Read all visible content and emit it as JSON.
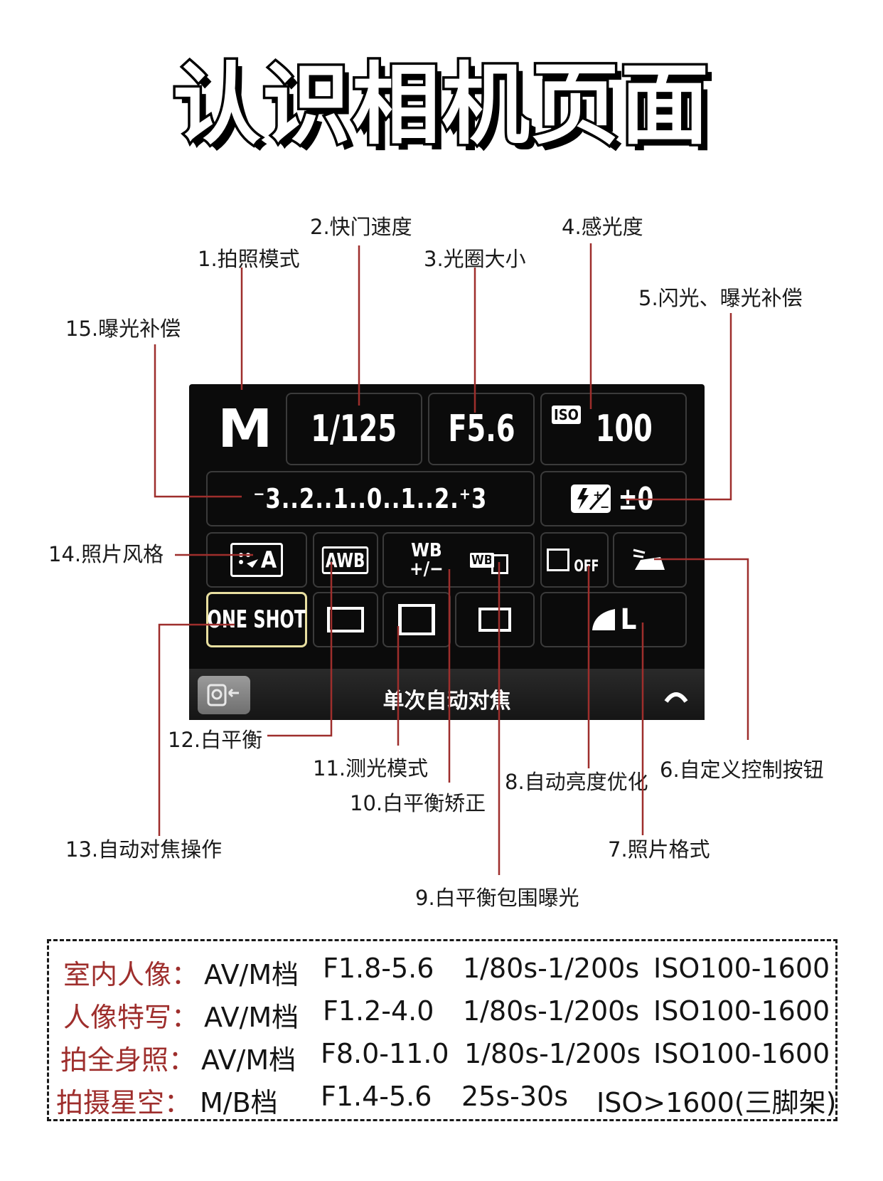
{
  "title": "认识相机页面",
  "callouts": [
    {
      "label": "1.拍照模式"
    },
    {
      "label": "2.快门速度"
    },
    {
      "label": "3.光圈大小"
    },
    {
      "label": "4.感光度"
    },
    {
      "label": "5.闪光、曝光补偿"
    },
    {
      "label": "6.自定义控制按钮"
    },
    {
      "label": "7.照片格式"
    },
    {
      "label": "8.自动亮度优化"
    },
    {
      "label": "9.白平衡包围曝光"
    },
    {
      "label": "10.白平衡矫正"
    },
    {
      "label": "11.测光模式"
    },
    {
      "label": "12.白平衡"
    },
    {
      "label": "13.自动对焦操作"
    },
    {
      "label": "14.照片风格"
    },
    {
      "label": "15.曝光补偿"
    }
  ],
  "camera_screen": {
    "mode": "M",
    "shutter": "1/125",
    "aperture": "F5.6",
    "iso_badge": "ISO",
    "iso": "100",
    "exposure_scale": "⁻3..2..1..0..1..2.⁺3",
    "flash_comp": "±0",
    "picture_style": "A",
    "white_balance": "AWB",
    "wb_shift": "WB +/−",
    "wb_bracket": "WB",
    "alo": "OFF",
    "af_mode": "ONE SHOT",
    "quality": "L",
    "bottom_caption": "单次自动对焦"
  },
  "settings_table": [
    {
      "scene": "室内人像：",
      "mode": "AV/M档",
      "aperture": "F1.8-5.6",
      "shutter": "1/80s-1/200s",
      "iso": "ISO100-1600"
    },
    {
      "scene": "人像特写：",
      "mode": "AV/M档",
      "aperture": "F1.2-4.0",
      "shutter": "1/80s-1/200s",
      "iso": "ISO100-1600"
    },
    {
      "scene": "拍全身照：",
      "mode": "AV/M档",
      "aperture": "F8.0-11.0",
      "shutter": "1/80s-1/200s",
      "iso": "ISO100-1600"
    },
    {
      "scene": "拍摄星空：",
      "mode": "M/B档",
      "aperture": "F1.4-5.6",
      "shutter": "25s-30s",
      "iso": "ISO>1600(三脚架)"
    }
  ],
  "colors": {
    "leader_line": "#9e2e2c",
    "scene_text": "#9e2e2c",
    "screen_bg": "#0b0b0b"
  }
}
